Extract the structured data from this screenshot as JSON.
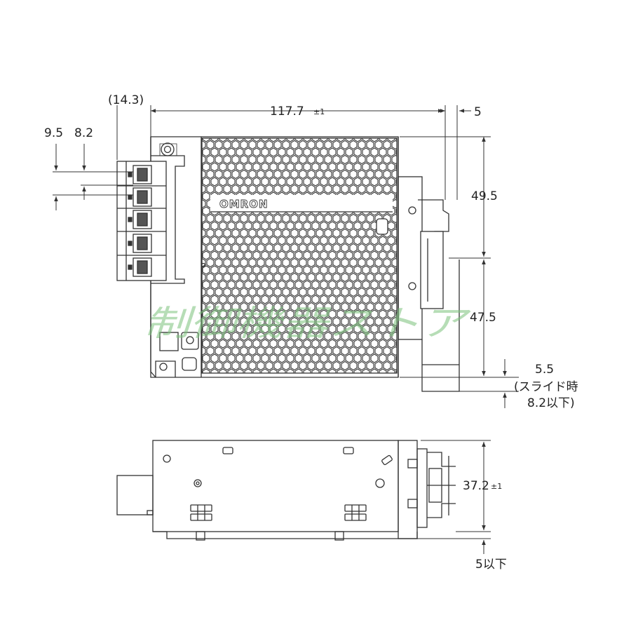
{
  "drawing": {
    "brand": "OMRON",
    "watermark": "制御機器ストア",
    "front_view": {
      "width_label": "117.7",
      "width_tolerance": "±1",
      "terminal_offset_label": "(14.3)",
      "rail_offset_label": "5",
      "pitch_label_a": "9.5",
      "pitch_label_b": "8.2",
      "upper_height_label": "49.5",
      "lower_height_label": "47.5",
      "slide_label": "5.5",
      "slide_note_line1": "(スライド時",
      "slide_note_line2": "8.2以下)"
    },
    "side_view": {
      "height_label": "37.2",
      "height_tolerance": "±1",
      "bottom_label": "5以下"
    }
  },
  "colors": {
    "line": "#333333",
    "watermark": "#7cc27c",
    "text": "#222222"
  }
}
